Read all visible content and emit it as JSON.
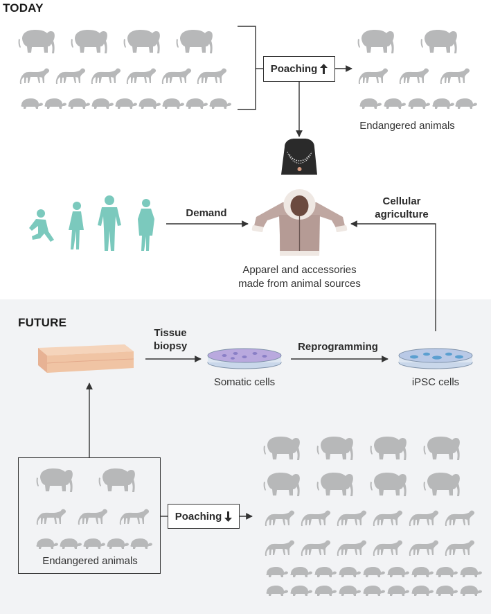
{
  "today": {
    "title": "TODAY",
    "poaching_label": "Poaching",
    "poaching_trend": "up-arrow-icon",
    "endangered_label": "Endangered animals"
  },
  "demand": {
    "label": "Demand",
    "people_color": "#7bc9bd"
  },
  "products": {
    "label": "Apparel and accessories\nmade from animal sources",
    "icons": [
      "necklace-icon",
      "fur-coat-icon"
    ]
  },
  "cellular_agriculture": {
    "label": "Cellular\nagriculture"
  },
  "future": {
    "title": "FUTURE",
    "tissue_biopsy_label": "Tissue\nbiopsy",
    "somatic_cells_label": "Somatic cells",
    "reprogramming_label": "Reprogramming",
    "ipsc_label": "iPSC cells",
    "poaching_label": "Poaching",
    "poaching_trend": "down-arrow-icon",
    "endangered_label": "Endangered animals"
  },
  "colors": {
    "animal_gray": "#b7b8b9",
    "teal": "#7bc9bd",
    "future_background": "#f2f3f5",
    "coat": "#bfa7a1",
    "dish_purple": "#8a7fc6",
    "dish_blue": "#5b9fd0",
    "skin": "#f2c9a8"
  }
}
